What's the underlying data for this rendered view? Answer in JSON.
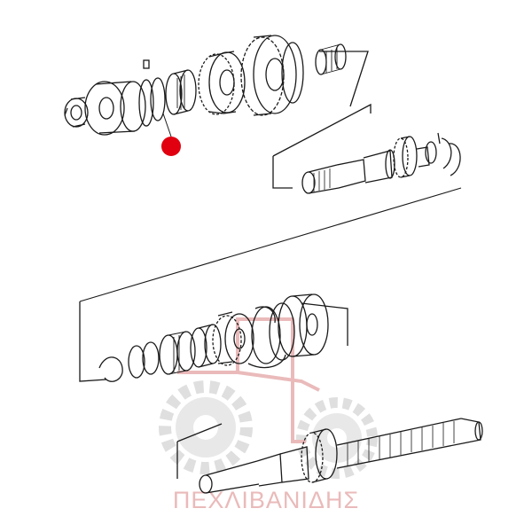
{
  "watermark": {
    "text": "ΠΕΧΛΙΒΑΝΙΔΗΣ",
    "color": "#e8b3b3",
    "gear_color": "#d8d8d8"
  },
  "colors": {
    "line": "#1a1a1a",
    "marker": "#e0000f"
  },
  "diagram": {
    "groups": [
      "upper-gear-assembly",
      "countershaft-assembly",
      "lower-gear-assembly",
      "main-shaft"
    ]
  }
}
